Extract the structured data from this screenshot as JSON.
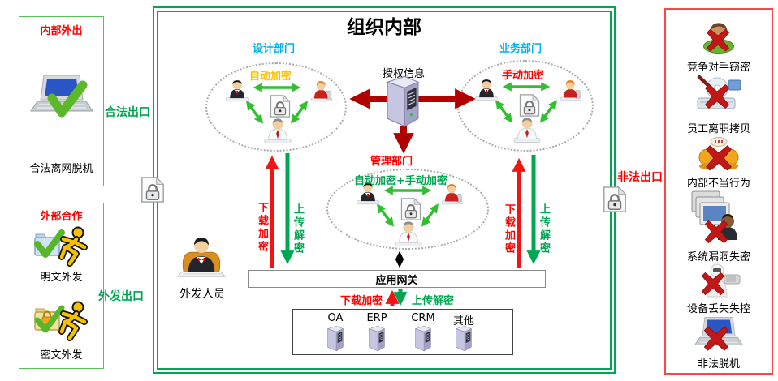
{
  "colors": {
    "green": "#00A651",
    "red": "#FF0000",
    "dark_red": "#B00000",
    "cyan": "#00B0F0",
    "orange": "#FFC000"
  },
  "left_panel": {
    "internal_out": {
      "title": "内部外出",
      "icon": "laptop-check-icon",
      "item_label": "合法离网脱机"
    },
    "legal_exit_label": "合法出口",
    "external_coop": {
      "title": "外部合作",
      "items": [
        {
          "icon": "runner-folder-check-icon",
          "label": "明文外发"
        },
        {
          "icon": "runner-folder-lock-icon",
          "label": "密文外发"
        }
      ]
    },
    "outgoing_exit_label": "外发出口"
  },
  "main": {
    "title": "组织内部",
    "departments": {
      "design": {
        "name": "设计部门",
        "mode": "自动加密"
      },
      "business": {
        "name": "业务部门",
        "mode": "手动加密"
      },
      "management": {
        "name": "管理部门",
        "mode": "自动加密+手动加密"
      }
    },
    "auth_info_label": "授权信息",
    "gateway_label": "应用网关",
    "download_encrypt": "下载加密",
    "upload_decrypt": "上传解密",
    "outgoing_person_label": "外发人员",
    "servers": [
      "OA",
      "ERP",
      "CRM",
      "其他"
    ]
  },
  "right_panel": {
    "illegal_exit_label": "非法出口",
    "threats": [
      {
        "icon": "spy-x-icon",
        "label": "竞争对手窃密"
      },
      {
        "icon": "disk-copy-x-icon",
        "label": "员工离职拷贝"
      },
      {
        "icon": "quarrel-x-icon",
        "label": "内部不当行为"
      },
      {
        "icon": "system-leak-x-icon",
        "label": "系统漏洞失密"
      },
      {
        "icon": "device-lost-x-icon",
        "label": "设备丢失失控"
      },
      {
        "icon": "laptop-x-icon",
        "label": "非法脱机"
      }
    ]
  }
}
